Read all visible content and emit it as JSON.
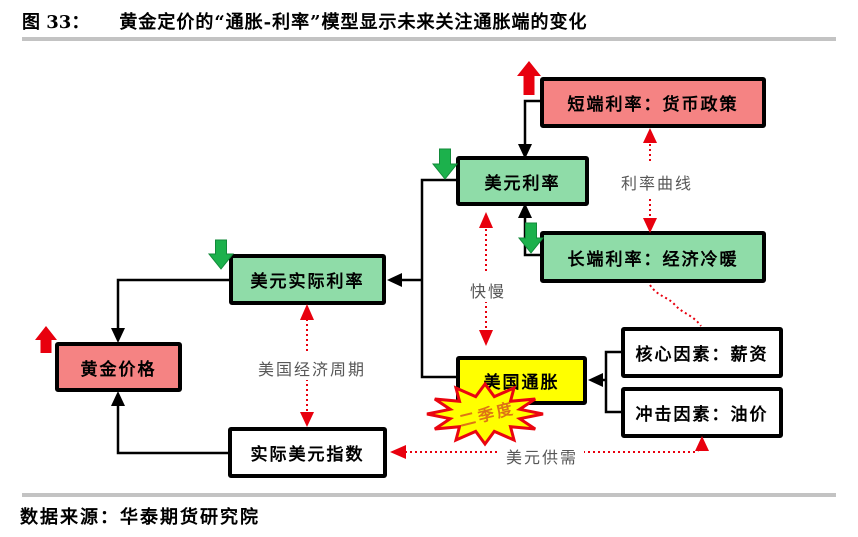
{
  "figure": {
    "label": "图 33：",
    "title": "黄金定价的“通胀-利率”模型显示未来关注通胀端的变化",
    "source": "数据来源：华泰期货研究院"
  },
  "nodes": {
    "short_rate": {
      "label": "短端利率：货币政策"
    },
    "usd_rate": {
      "label": "美元利率"
    },
    "long_rate": {
      "label": "长端利率：经济冷暖"
    },
    "real_rate": {
      "label": "美元实际利率"
    },
    "gold_price": {
      "label": "黄金价格"
    },
    "us_inflation": {
      "label": "美国通胀"
    },
    "core_factor": {
      "label": "核心因素：薪资"
    },
    "shock_factor": {
      "label": "冲击因素：油价"
    },
    "real_usd_index": {
      "label": "实际美元指数"
    }
  },
  "edge_labels": {
    "rate_curve": "利率曲线",
    "pace": "快慢",
    "us_cycle": "美国经济周期",
    "usd_supply_demand": "美元供需"
  },
  "badge": {
    "q2_label": "二季度"
  },
  "palette": {
    "box_pink": "#F58383",
    "box_green": "#8FDCA8",
    "box_yellow": "#FFFF00",
    "box_white": "#FFFFFF",
    "box_border": "#000000",
    "red_arrow": "#E8000E",
    "green_arrow": "#1CB14C",
    "dotted_red": "#E8000E",
    "connector_black": "#000000",
    "label_gray": "#575757",
    "separator_gray": "#C3C3C3",
    "badge_text_orange": "#DE7414",
    "star_fill": "#FFFF00",
    "star_border": "#EA0510"
  }
}
